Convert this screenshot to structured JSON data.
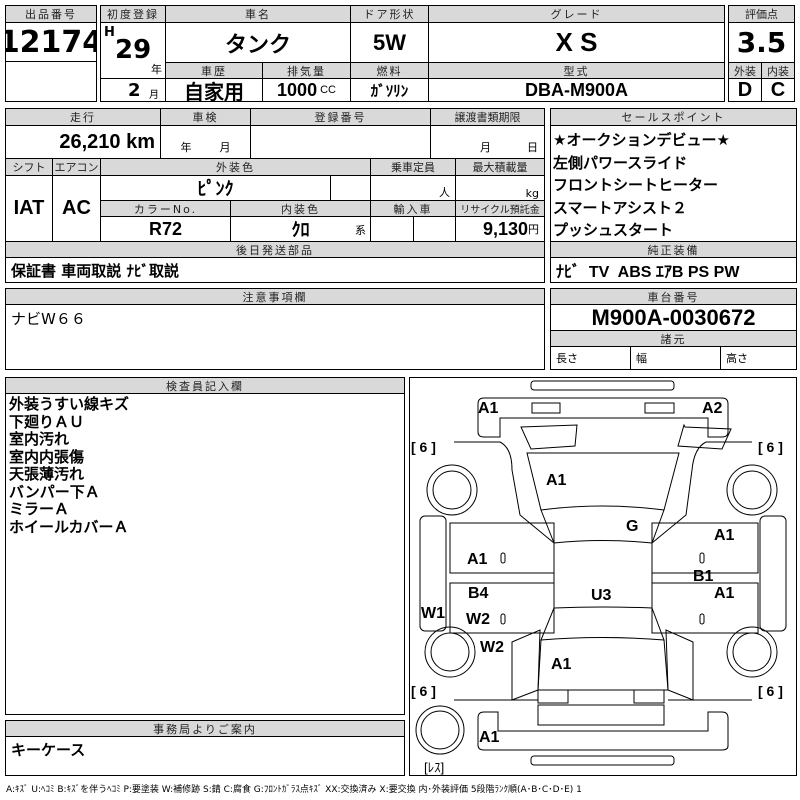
{
  "lot": {
    "label": "出品番号",
    "value": "12174"
  },
  "first_reg": {
    "label": "初度登録",
    "era": "H",
    "year": "29",
    "year_unit": "年",
    "month": "2",
    "month_unit": "月"
  },
  "car_name": {
    "label": "車名",
    "value": "タンク"
  },
  "door": {
    "label": "ドア形状",
    "value": "5W"
  },
  "grade": {
    "label": "グレード",
    "value": "X S"
  },
  "history": {
    "label": "車歴",
    "value": "自家用"
  },
  "displacement": {
    "label": "排気量",
    "value": "1000",
    "unit": "CC"
  },
  "fuel": {
    "label": "燃料",
    "value": "ｶﾞｿﾘﾝ"
  },
  "model": {
    "label": "型式",
    "value": "DBA-M900A"
  },
  "score": {
    "label": "評価点",
    "value": "3.5",
    "ext_label": "外装",
    "int_label": "内装",
    "ext": "D",
    "int": "C"
  },
  "mileage": {
    "label": "走行",
    "value": "26,210 km"
  },
  "inspection": {
    "label": "車検",
    "year_unit": "年",
    "month_unit": "月"
  },
  "reg_no": {
    "label": "登録番号"
  },
  "transfer": {
    "label": "譲渡書類期限",
    "month_unit": "月",
    "day_unit": "日"
  },
  "shift": {
    "label": "シフト",
    "value": "IAT"
  },
  "aircon": {
    "label": "エアコン",
    "value": "AC"
  },
  "ext_color": {
    "label": "外装色",
    "value": "ﾋﾟﾝｸ"
  },
  "capacity": {
    "label": "乗車定員",
    "unit": "人"
  },
  "max_load": {
    "label": "最大積載量",
    "unit": "kg"
  },
  "color_no": {
    "label": "カラーNo.",
    "value": "R72"
  },
  "int_color": {
    "label": "内装色",
    "value": "ｸﾛ",
    "unit": "系"
  },
  "import": {
    "label": "輸入車"
  },
  "recycle": {
    "label": "リサイクル預託金",
    "value": "9,130",
    "unit": "円"
  },
  "later_parts": {
    "label": "後日発送部品",
    "value": "保証書 車両取説 ﾅﾋﾞ取説"
  },
  "sales_points": {
    "label": "セールスポイント",
    "items": [
      "★オークションデビュー★",
      "左側パワースライド",
      "フロントシートヒーター",
      "スマートアシスト２",
      "プッシュスタート"
    ]
  },
  "equipment": {
    "label": "純正装備",
    "value": "ﾅﾋﾞ  TV  ABS ｴｱB PS PW"
  },
  "notes": {
    "label": "注意事項欄",
    "value": "ナビW６６"
  },
  "chassis": {
    "label": "車台番号",
    "value": "M900A-0030672"
  },
  "specs": {
    "label": "諸元",
    "length": "長さ",
    "width": "幅",
    "height": "高さ"
  },
  "inspector": {
    "label": "検査員記入欄",
    "items": [
      "外装うすい線キズ",
      "下廻りＡＵ",
      "室内汚れ",
      "室内内張傷",
      "天張薄汚れ",
      "バンパー下Ａ",
      "ミラーＡ",
      "ホイールカバーＡ"
    ]
  },
  "office": {
    "label": "事務局よりご案内",
    "value": "キーケース"
  },
  "diagram": {
    "marks": {
      "front_left": "A1",
      "front_right": "A2",
      "hood": "A1",
      "windshield": "G",
      "right_front_door": "A1",
      "left_front_door": "A1",
      "right_mid": "B1",
      "right_rear_door": "A1",
      "left_rear_door": "B4",
      "roof": "U3",
      "left_sill": "W1",
      "left_rear_door_2": "W2",
      "left_rear_fender": "W2",
      "trunk": "A1",
      "rear_bumper": "A1"
    },
    "tire_fl": "[ 6 ]",
    "tire_fr": "[ 6 ]",
    "tire_rl": "[ 6 ]",
    "tire_rr": "[ 6 ]",
    "spare": "[ﾚｽ]"
  },
  "legend": "A:ｷｽﾞ U:ﾍｺﾐ B:ｷｽﾞを伴うﾍｺﾐ P:要塗装 W:補修跡 S:錆 C:腐食 G:ﾌﾛﾝﾄｶﾞﾗｽ点ｷｽﾞ XX:交換済み X:要交換  内･外装評価  5段階ﾗﾝｸ順(A･B･C･D･E) 1"
}
